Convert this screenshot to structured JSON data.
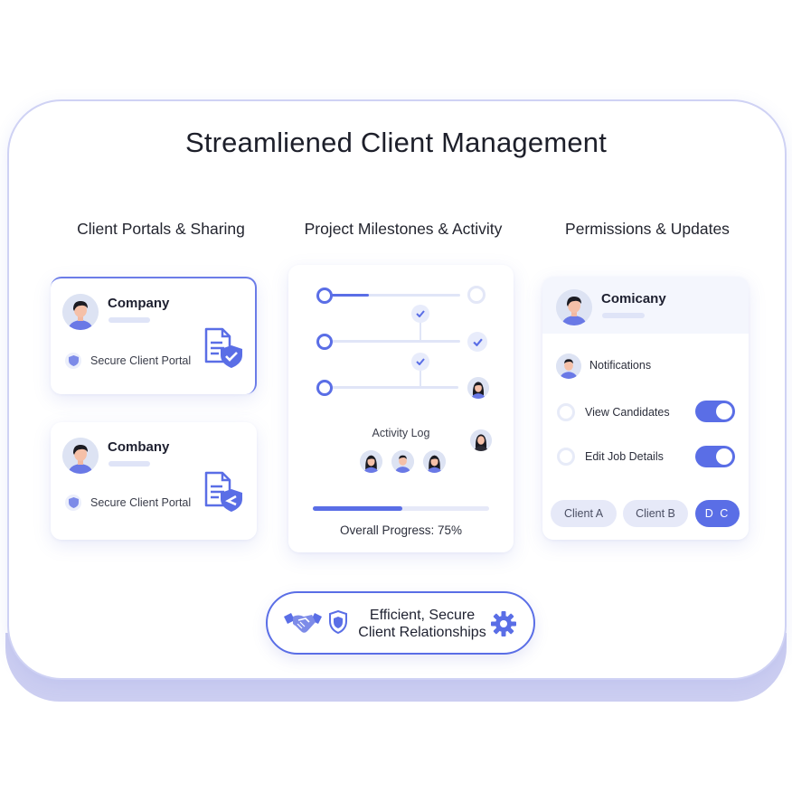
{
  "title": "Streamliened Client Management",
  "columns": {
    "portals": {
      "heading": "Client Portals & Sharing",
      "cards": [
        {
          "company": "Company",
          "label": "Secure Client Portal",
          "icon": "document-shield-check-icon"
        },
        {
          "company": "Combany",
          "label": "Secure Client Portal",
          "icon": "document-shield-share-icon"
        }
      ]
    },
    "milestones": {
      "heading": "Project Milestones & Activity",
      "rows": [
        {
          "state": "in-progress",
          "end": "empty-circle"
        },
        {
          "state": "pending",
          "end": "check"
        },
        {
          "state": "pending",
          "end": "avatar-female"
        }
      ],
      "activity_log_label": "Activity Log",
      "progress_label": "Overall Progress: 75%",
      "progress_percent": 75
    },
    "permissions": {
      "heading": "Permissions & Updates",
      "company": "Comicany",
      "notifications_label": "Notifications",
      "items": [
        {
          "label": "View Candidates",
          "enabled": true
        },
        {
          "label": "Edit Job Details",
          "enabled": true
        }
      ],
      "chips": [
        {
          "label": "Client A",
          "active": false
        },
        {
          "label": "Client B",
          "active": false
        },
        {
          "label": "D C",
          "active": true
        }
      ]
    }
  },
  "footer_badge": {
    "line1": "Efficient, Secure",
    "line2": "Client Relationships"
  },
  "colors": {
    "accent": "#5a6ee6",
    "light_accent": "#e6e9f8",
    "frame_border": "#cfd2f4",
    "shadow": "#c6c9f0"
  }
}
